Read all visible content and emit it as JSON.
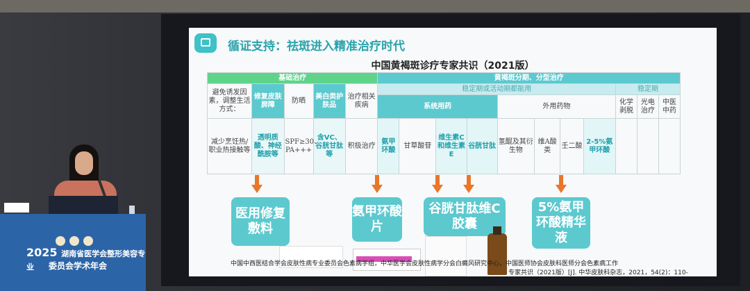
{
  "slide": {
    "title": "循证支持：祛斑进入精准治疗时代",
    "table_title": "中国黄褐斑诊疗专家共识（2021版）",
    "group_basic": "基础治疗",
    "group_typing": "黄褐斑分期、分型治疗",
    "sub_active": "稳定期或活动期都能用",
    "sub_stable": "稳定期",
    "systemic": "系统用药",
    "topical": "外用药物",
    "basic_cols": [
      "避免诱发因素，调整生活方式：",
      "修复皮肤屏障",
      "防晒",
      "美白类护肤品",
      "治疗相关疾病"
    ],
    "basic_vals": [
      "减少烹饪热/职业热接触等",
      "透明质酸、神经酰胺等",
      "SPF≥30、PA+++",
      "含VC、谷胱甘肽等",
      "积极治疗"
    ],
    "stable_cols": [
      "化学剥脱",
      "光电治疗",
      "中医中药"
    ],
    "systemic_vals": [
      "氨甲环酸",
      "甘草酸苷",
      "维生素C和维生素E",
      "谷胱甘肽"
    ],
    "topical_vals": [
      "氢醌及其衍生物",
      "维A酸类",
      "壬二酸",
      "2-5%氨甲环酸"
    ],
    "products": [
      "医用修复敷料",
      "氨甲环酸片",
      "谷胱甘肽维C胶囊",
      "5%氨甲环酸精华液"
    ],
    "ref_line1": "中国中西医结合学会皮肤性病专业委员会色素病学组，中华医学会皮肤性病学分会白癜风研究中心，中国医师协会皮肤科医师分会色素病工作",
    "ref_line2": "专家共识（2021版）[J]. 中华皮肤科杂志，2021，54(2)：110-"
  },
  "lectern": {
    "year": "2025",
    "line1": "湖南省医学会整形美容专业",
    "line2": "委员会学术年会"
  },
  "colors": {
    "accent": "#5cc9cf",
    "basic_header": "#5fd38a",
    "arrow": "#e8772a",
    "lectern": "#2c64a8"
  }
}
